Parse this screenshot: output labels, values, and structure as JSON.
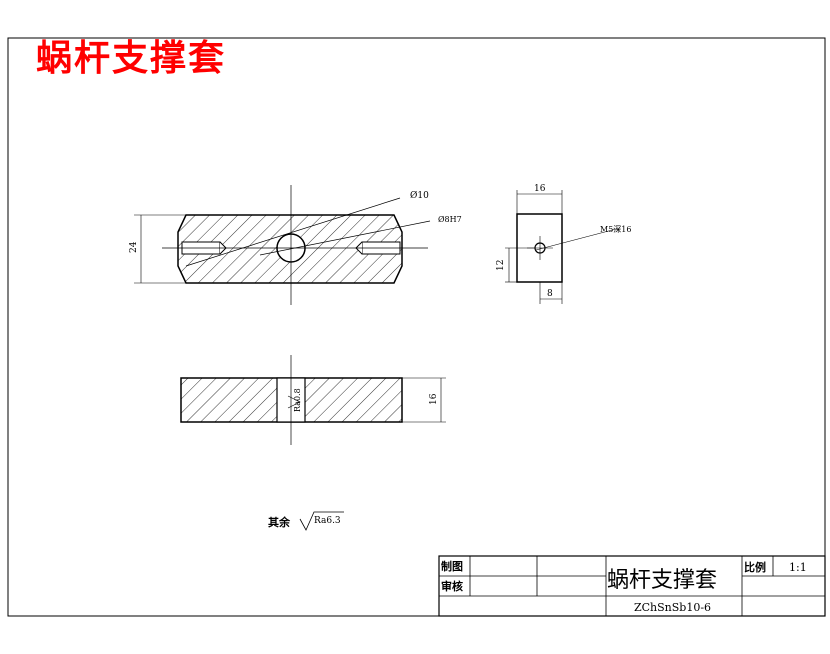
{
  "drawing": {
    "title": "蜗杆支撑套",
    "front_view": {
      "dim_height": "24",
      "dim_hole": "Ø10",
      "dim_bore": "Ø8H7"
    },
    "side_view": {
      "dim_width": "16",
      "dim_thread": "M5深16",
      "dim_hole_height": "12",
      "dim_hole_offset": "8"
    },
    "top_view": {
      "dim_thickness": "16",
      "bore_roughness": "Ra0.8"
    },
    "other_roughness": {
      "label": "其余",
      "value": "Ra6.3"
    }
  },
  "title_block": {
    "drawn_label": "制图",
    "checked_label": "审核",
    "part_name": "蜗杆支撑套",
    "scale_label": "比例",
    "scale_value": "1:1",
    "material": "ZChSnSb10-6"
  }
}
